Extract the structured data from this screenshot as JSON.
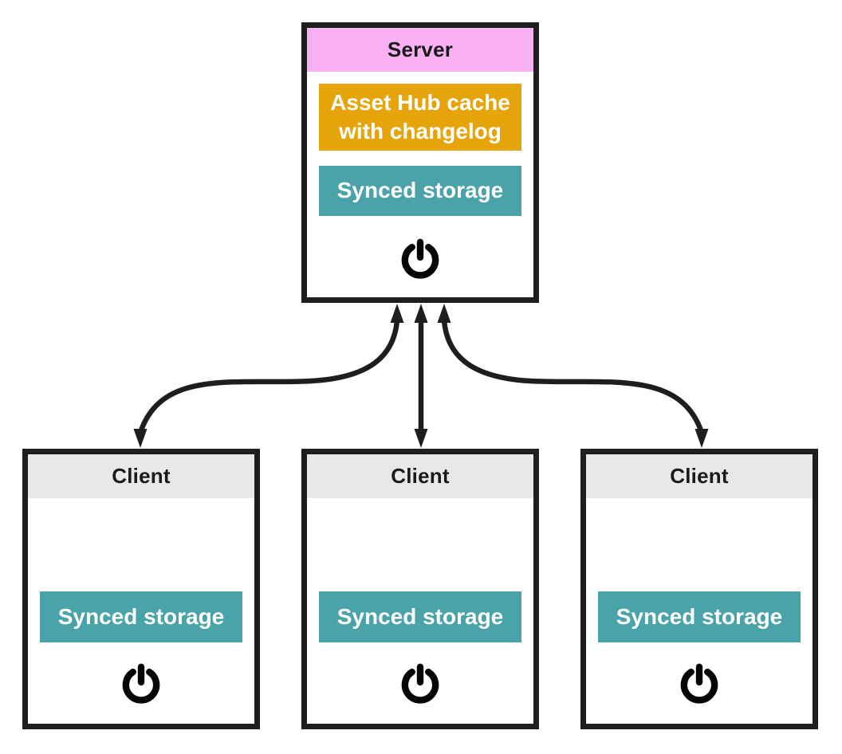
{
  "colors": {
    "border": "#1e1e1c",
    "arrow": "#1e1e1c",
    "server_header_bg": "#f9b1f4",
    "client_header_bg": "#e9e8e8",
    "cache_bg": "#e5a50a",
    "storage_bg": "#4aa3a8"
  },
  "server": {
    "title": "Server",
    "cache_label": "Asset Hub cache with changelog",
    "storage_label": "Synced storage"
  },
  "clients": [
    {
      "title": "Client",
      "storage_label": "Synced storage"
    },
    {
      "title": "Client",
      "storage_label": "Synced storage"
    },
    {
      "title": "Client",
      "storage_label": "Synced storage"
    }
  ]
}
